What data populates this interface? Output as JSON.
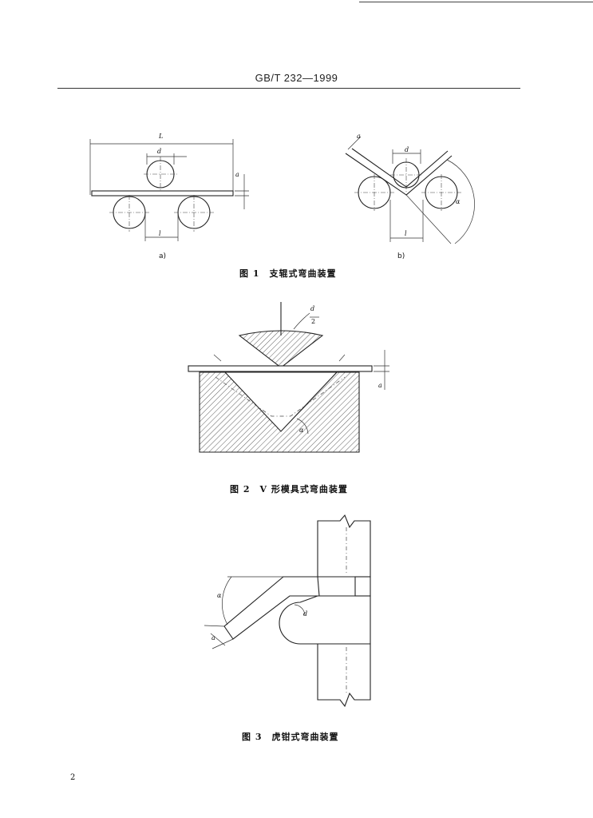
{
  "header": {
    "standard": "GB/T 232—1999"
  },
  "figures": [
    {
      "caption": "图 1　支辊式弯曲装置",
      "subfigures": [
        {
          "id": "a)",
          "labels": {
            "L": "L",
            "d": "d",
            "a": "a",
            "l": "l"
          }
        },
        {
          "id": "b)",
          "labels": {
            "d": "d",
            "a": "a",
            "l": "l",
            "alpha": "α"
          }
        }
      ]
    },
    {
      "caption": "图 2　V 形模具式弯曲装置",
      "labels": {
        "d": "d",
        "two": "2",
        "a": "a",
        "alpha": "α"
      }
    },
    {
      "caption": "图 3　虎钳式弯曲装置",
      "labels": {
        "alpha": "α",
        "a": "a",
        "d": "d"
      }
    }
  ],
  "footer": {
    "page_number": "2"
  }
}
